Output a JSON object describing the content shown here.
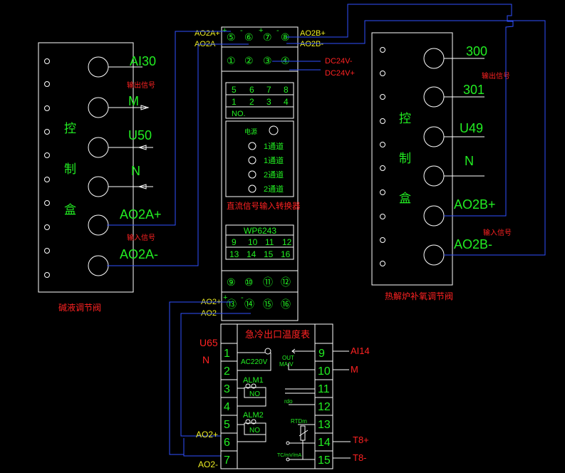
{
  "left_box": {
    "name_chars": [
      "控",
      "制",
      "盒"
    ],
    "caption": "碱液调节阀",
    "labels": {
      "ai30": "AI30",
      "m": "M",
      "u50": "U50",
      "n": "N",
      "ao2a_plus": "AO2A+",
      "ao2a_minus": "AO2A-"
    },
    "output_note": "输出信号",
    "input_note": "输入信号"
  },
  "right_box": {
    "name_chars": [
      "控",
      "制",
      "盒"
    ],
    "caption": "热解炉补氧调节阀",
    "labels": {
      "l300": "300",
      "l301": "301",
      "u49": "U49",
      "n": "N",
      "ao2b_plus": "AO2B+",
      "ao2b_minus": "AO2B-"
    },
    "output_note": "输出信号",
    "input_note": "输入信号"
  },
  "converter": {
    "top_circles": [
      "⑤",
      "⑥",
      "⑦",
      "⑧"
    ],
    "mid_circles": [
      "①",
      "②",
      "③",
      "④"
    ],
    "bottom_circles_a": [
      "⑨",
      "⑩",
      "⑪",
      "⑫"
    ],
    "bottom_circles_b": [
      "⑬",
      "⑭",
      "⑮",
      "⑯"
    ],
    "nums_top": [
      "5",
      "6",
      "7",
      "8"
    ],
    "nums_mid": [
      "1",
      "2",
      "3",
      "4"
    ],
    "no_label": "NO.",
    "power_label": "电源",
    "ch1a": "1通道",
    "ch1b": "1通道",
    "ch2a": "2通道",
    "ch2b": "2通道",
    "title": "直流信号输入转换器",
    "model": "WP6243",
    "nums_bot1": [
      "9",
      "10",
      "11",
      "12"
    ],
    "nums_bot2": [
      "13",
      "14",
      "15",
      "16"
    ],
    "top_left_a": "AO2A+",
    "top_left_b": "AO2A-",
    "top_right_a": "AO2B+",
    "top_right_b": "AO2B-",
    "dc_minus": "DC24V-",
    "dc_plus": "DC24V+",
    "bot_left_a": "AO2+",
    "bot_left_b": "AO2-",
    "plus": "+",
    "minus": "-"
  },
  "controller": {
    "title": "急冷出口温度表",
    "left_nums": [
      "1",
      "2",
      "3",
      "4",
      "5",
      "6",
      "7"
    ],
    "right_nums": [
      "9",
      "10",
      "11",
      "12",
      "13",
      "14",
      "15"
    ],
    "u65": "U65",
    "n": "N",
    "ac220": "AC220V",
    "out": "OUT",
    "mav": "MA/V",
    "alm1": "ALM1",
    "alm2": "ALM2",
    "no1": "NO",
    "no2": "NO",
    "rdo": "rdo",
    "rtd": "RTDm",
    "tc": "TC/mV/mA",
    "ai14": "AI14",
    "m": "M",
    "t8p": "T8+",
    "t8m": "T8-",
    "ao2p": "AO2+",
    "ao2m": "AO2-"
  }
}
